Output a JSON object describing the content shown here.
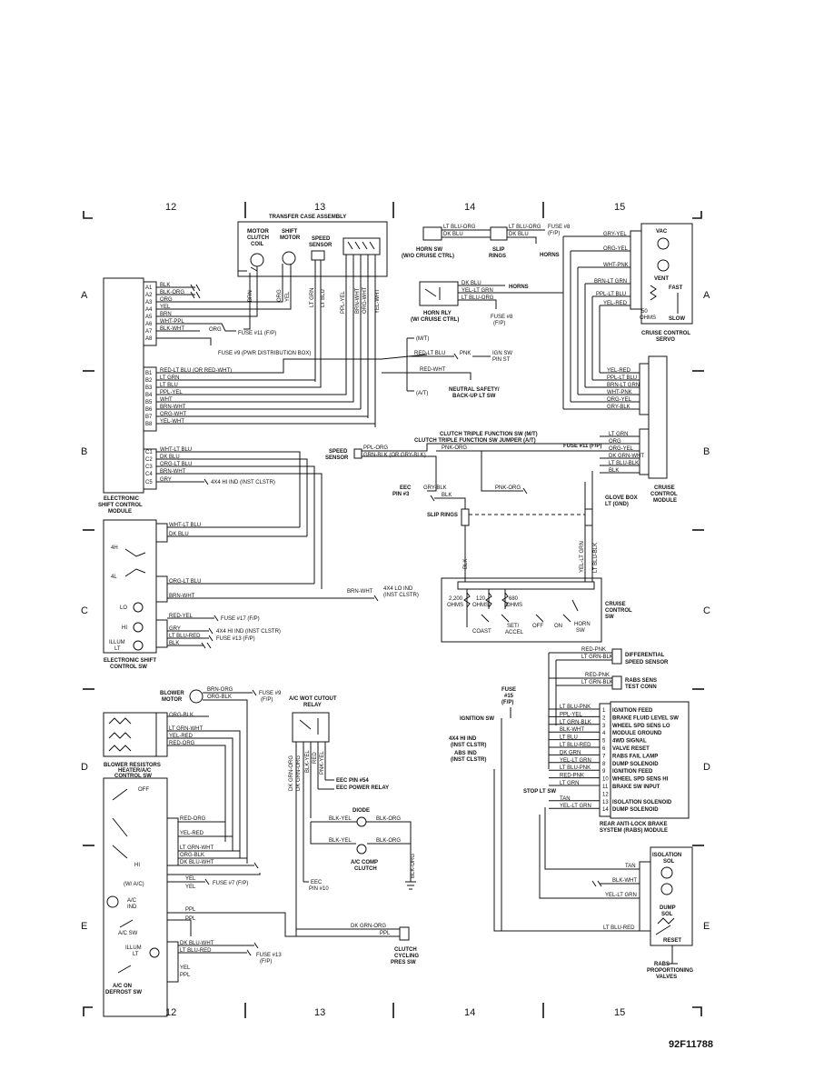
{
  "grid": {
    "columns": [
      "12",
      "13",
      "14",
      "15"
    ],
    "rows": [
      "A",
      "B",
      "C",
      "D",
      "E"
    ]
  },
  "figure_id": "92F11788",
  "transfer_case": {
    "title": "TRANSFER CASE ASSEMBLY",
    "motor_clutch": "MOTOR CLUTCH COIL",
    "shift_motor": "SHIFT MOTOR",
    "speed_sensor": "SPEED SENSOR",
    "wires": [
      "BRN",
      "ORG",
      "YEL",
      "LT GRN",
      "LT BLU",
      "PPL-YEL",
      "BRN-WHT",
      "ORG-WHT",
      "YEL-WHT"
    ]
  },
  "escm": {
    "label": "ELECTRONIC SHIFT CONTROL MODULE",
    "pins_a": [
      "A1",
      "A2",
      "A3",
      "A4",
      "A5",
      "A6",
      "A7",
      "A8"
    ],
    "wires_a": [
      "BLK",
      "BLK-ORG",
      "ORG",
      "YEL",
      "BRN",
      "WHT-PPL",
      "BLK-WHT",
      ""
    ],
    "fuse11": "FUSE #11 (F/P)",
    "org": "ORG",
    "fuse9": "FUSE #9 (PWR DISTRIBUTION BOX)",
    "pins_b": [
      "B1",
      "B2",
      "B3",
      "B4",
      "B5",
      "B6",
      "B7",
      "B8"
    ],
    "wires_b": [
      "RED-LT BLU (OR RED-WHT)",
      "LT GRN",
      "LT BLU",
      "PPL-YEL",
      "WHT",
      "BRN-WHT",
      "ORG-WHT",
      "YEL-WHT"
    ],
    "pins_c": [
      "C1",
      "C2",
      "C3",
      "C4",
      "C5"
    ],
    "wires_c": [
      "WHT-LT BLU",
      "DK BLU",
      "ORG-LT BLU",
      "BRN-WHT",
      "GRY"
    ],
    "hi_ind": "4X4 HI IND (INST CLSTR)"
  },
  "ignition": {
    "mt": "(M/T)",
    "at": "(A/T)",
    "red_lt_blu": "RED-LT BLU",
    "pnk": "PNK",
    "ign_sw": "IGN SW PIN ST",
    "red_wht": "RED-WHT",
    "neutral": "NEUTRAL SAFETY/ BACK-UP LT SW"
  },
  "eshift_sw": {
    "label": "ELECTRONIC SHIFT CONTROL SW",
    "wht_lt_blu": "WHT-LT BLU",
    "dk_blu": "DK BLU",
    "h4": "4H",
    "l4": "4L",
    "org_lt_blu": "ORG-LT BLU",
    "brn_wht": "BRN-WHT",
    "lo_ind": "4X4 LO IND (INST CLSTR)",
    "lo": "LO",
    "hi": "HI",
    "illum": "ILLUM LT",
    "red_yel": "RED-YEL",
    "fuse17": "FUSE #17 (F/P)",
    "gry": "GRY",
    "hi_ind": "4X4 HI IND (INST CLSTR)",
    "lt_blu_red": "LT BLU-RED",
    "fuse13": "FUSE #13 (F/P)",
    "blk": "BLK"
  },
  "horn": {
    "lt_blu_org": "LT BLU-ORG",
    "dk_blu": "DK BLU",
    "fuse8": "FUSE #8 (F/P)",
    "horn_sw": "HORN SW (W/O CRUISE CTRL)",
    "slip_rings": "SLIP RINGS",
    "horns": "HORNS",
    "relay": "HORN RLY (W/ CRUISE CTRL)",
    "yel_lt_grn": "YEL-LT GRN",
    "fuse8b": "FUSE #8 (F/P)"
  },
  "servo": {
    "label": "CRUISE CONTROL SERVO",
    "vac": "VAC",
    "vent": "VENT",
    "fast": "FAST",
    "slow": "SLOW",
    "ohms": "50 OHMS",
    "wires": [
      "GRY-YEL",
      "ORG-YEL",
      "WHT-PNK",
      "BRN-LT GRN",
      "PPL-LT BLU",
      "YEL-RED"
    ]
  },
  "ccm": {
    "label": "CRUISE CONTROL MODULE",
    "wires1": [
      "YEL-RED",
      "PPL-LT BLU",
      "BRN-LT GRN",
      "WHT-PNK",
      "ORG-YEL",
      "GRY-BLK"
    ],
    "wires2": [
      "LT GRN",
      "ORG",
      "ORG-YEL",
      "DK GRN-WHT",
      "LT BLU-BLK",
      "BLK"
    ],
    "clutch1": "CLUTCH TRIPLE FUNCTION SW (M/T)",
    "clutch2": "CLUTCH TRIPLE FUNCTION SW JUMPER (A/T)",
    "fuse11": "FUSE #11 (F/P)",
    "speed_sensor": "SPEED SENSOR",
    "ppl_org": "PPL-ORG",
    "grn_blk": "GRN-BLK (OR GRY-BLK)",
    "pnk_org": "PNK-ORG",
    "pnk_org2": "PNK-ORG",
    "eec": "EEC PIN #3",
    "gry_blk": "GRY-BLK",
    "blk": "BLK",
    "glove": "GLOVE BOX LT (GND)",
    "slip": "SLIP RINGS"
  },
  "cruise_sw": {
    "label": "CRUISE CONTROL SW",
    "blk": "BLK",
    "yel_lt_grn": "YEL-LT GRN",
    "lt_blu_blk": "LT BLU-BLK",
    "r1": "2,200 OHMS",
    "r2": "120 OHMS",
    "r3": "680 OHMS",
    "coast": "COAST",
    "set": "SET/ ACCEL",
    "off": "OFF",
    "on": "ON",
    "horn": "HORN SW"
  },
  "blower": {
    "motor": "BLOWER MOTOR",
    "brn_org": "BRN-ORG",
    "org_blk": "ORG-BLK",
    "fuse9": "FUSE #9 (F/P)",
    "org_blk2": "ORG-BLK",
    "resistors": "BLOWER RESISTORS",
    "lt_grn_wht": "LT GRN-WHT",
    "yel_red": "YEL-RED",
    "red_org": "RED-ORG"
  },
  "hvac": {
    "label": "HEATER/A/C CONTROL SW",
    "off": "OFF",
    "hi": "HI",
    "red_org": "RED-ORG",
    "yel_red": "YEL-RED",
    "lt_grn_wht": "LT GRN-WHT",
    "org_blk": "ORG-BLK",
    "dk_blu_wht": "DK BLU-WHT",
    "wac": "(W/ A/C)",
    "yel": "YEL",
    "fuse7": "FUSE #7 (F/P)",
    "ac_ind": "A/C IND",
    "ppl": "PPL",
    "ac_sw": "A/C SW",
    "illum": "ILLUM LT",
    "lt_blu_red": "LT BLU-RED",
    "fuse13": "FUSE #13 (F/P)",
    "defrost": "A/C ON DEFROST SW"
  },
  "wot": {
    "label": "A/C WOT CUTOUT RELAY",
    "wires": [
      "DK GRN-ORG",
      "DK GRN-ORG",
      "BLK-YEL",
      "RED",
      "PNK-YEL"
    ],
    "eec54": "EEC PIN #54",
    "eec_relay": "EEC POWER RELAY",
    "diode": "DIODE",
    "blk_yel": "BLK-YEL",
    "blk_org": "BLK-ORG",
    "blk_yel2": "BLK-YEL",
    "blk_org2": "BLK-ORG",
    "clutch": "A/C COMP CLUTCH",
    "eec10": "EEC PIN #10",
    "blk_org3": "BLK-ORG",
    "dk_grn_org": "DK GRN-ORG",
    "ppl": "PPL",
    "cycling": "CLUTCH CYCLING PRES SW"
  },
  "rabs": {
    "diff": "DIFFERENTIAL SPEED SENSOR",
    "red_pnk": "RED-PNK",
    "lt_grn_blk": "LT GRN-BLK",
    "red_pnk2": "RED-PNK",
    "lt_grn_blk2": "LT GRN-BLK",
    "test_conn": "RABS SENS TEST CONN",
    "fuse15": "FUSE #15 (F/P)",
    "ign_sw": "IGNITION SW",
    "hi_ind": "4X4 HI IND (INST CLSTR)",
    "abs_ind": "ABS IND (INST CLSTR)",
    "stop_sw": "STOP LT SW",
    "pin_wires": [
      "LT BLU-PNK",
      "PPL-YEL",
      "LT GRN-BLK",
      "BLK-WHT",
      "LT BLU",
      "LT BLU-RED",
      "DK GRN",
      "YEL-LT GRN",
      "LT BLU-PNK",
      "RED-PNK",
      "LT GRN",
      "",
      "TAN",
      "YEL-LT GRN"
    ],
    "pin_nums": [
      "1",
      "2",
      "3",
      "4",
      "5",
      "6",
      "7",
      "8",
      "9",
      "10",
      "11",
      "12",
      "13",
      "14"
    ],
    "pin_labels": [
      "IGNITION FEED",
      "BRAKE FLUID LEVEL SW",
      "WHEEL SPD SENS LO",
      "MODULE GROUND",
      "4WD SIGNAL",
      "VALVE RESET",
      "RABS FAIL LAMP",
      "DUMP SOLENOID",
      "IGNITION FEED",
      "WHEEL SPD SENS HI",
      "BRAKE SW INPUT",
      "",
      "ISOLATION SOLENOID",
      "DUMP SOLENOID"
    ],
    "module": "REAR ANTI-LOCK BRAKE SYSTEM (RABS) MODULE",
    "tan": "TAN",
    "blk_wht": "BLK-WHT",
    "yel_lt_grn": "YEL-LT GRN",
    "lt_blu_red": "LT BLU-RED",
    "iso": "ISOLATION SOL",
    "dump": "DUMP SOL",
    "reset": "RESET",
    "valves": "RABS PROPORTIONING VALVES"
  }
}
